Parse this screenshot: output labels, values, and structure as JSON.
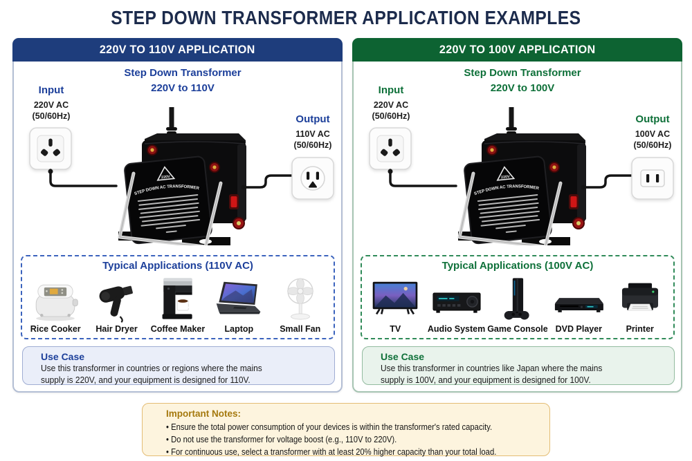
{
  "title": "STEP DOWN TRANSFORMER APPLICATION EXAMPLES",
  "panels": [
    {
      "header": "220V TO 110V APPLICATION",
      "accent_color": "#1c3f9a",
      "header_color": "#1e3d7c",
      "diagram": {
        "caption_line1": "Step Down Transformer",
        "caption_line2": "220V to 110V",
        "input": {
          "label": "Input",
          "voltage": "220V AC",
          "frequency": "(50/60Hz)",
          "socket_icon": "universal-socket-icon"
        },
        "output": {
          "label": "Output",
          "voltage": "110V AC",
          "frequency": "(50/60Hz)",
          "socket_icon": "us-socket-icon"
        }
      },
      "applications": {
        "title": "Typical Applications (110V AC)",
        "items": [
          {
            "label": "Rice Cooker",
            "icon": "rice-cooker-icon"
          },
          {
            "label": "Hair Dryer",
            "icon": "hair-dryer-icon"
          },
          {
            "label": "Coffee Maker",
            "icon": "coffee-maker-icon"
          },
          {
            "label": "Laptop",
            "icon": "laptop-icon"
          },
          {
            "label": "Small Fan",
            "icon": "small-fan-icon"
          }
        ]
      },
      "use_case": {
        "title": "Use Case",
        "line1": "Use this transformer in countries or regions where the mains",
        "line2": "supply is 220V, and your equipment is designed for 110V."
      }
    },
    {
      "header": "220V TO 100V APPLICATION",
      "accent_color": "#0e7039",
      "header_color": "#0d6332",
      "diagram": {
        "caption_line1": "Step Down Transformer",
        "caption_line2": "220V to 100V",
        "input": {
          "label": "Input",
          "voltage": "220V AC",
          "frequency": "(50/60Hz)",
          "socket_icon": "universal-socket-icon"
        },
        "output": {
          "label": "Output",
          "voltage": "100V AC",
          "frequency": "(50/60Hz)",
          "socket_icon": "jp-socket-icon"
        }
      },
      "applications": {
        "title": "Typical Applications (100V AC)",
        "items": [
          {
            "label": "TV",
            "icon": "tv-icon"
          },
          {
            "label": "Audio System",
            "icon": "audio-system-icon"
          },
          {
            "label": "Game Console",
            "icon": "game-console-icon"
          },
          {
            "label": "DVD Player",
            "icon": "dvd-player-icon"
          },
          {
            "label": "Printer",
            "icon": "printer-icon"
          }
        ]
      },
      "use_case": {
        "title": "Use Case",
        "line1": "Use this transformer in countries like Japan where the mains",
        "line2": "supply is 100V, and your equipment is designed for 100V."
      }
    }
  ],
  "transformer_device": {
    "warning_voltage": "220V",
    "label_title": "STEP DOWN AC TRANSFORMER"
  },
  "notes": {
    "title": "Important Notes:",
    "accent_color": "#a5790e",
    "bullets": [
      "Ensure the total power consumption of your devices is within the transformer's rated capacity.",
      "Do not use the transformer for voltage boost (e.g., 110V to 220V).",
      "For continuous use, select a transformer with at least 20% higher capacity than your total load."
    ]
  }
}
